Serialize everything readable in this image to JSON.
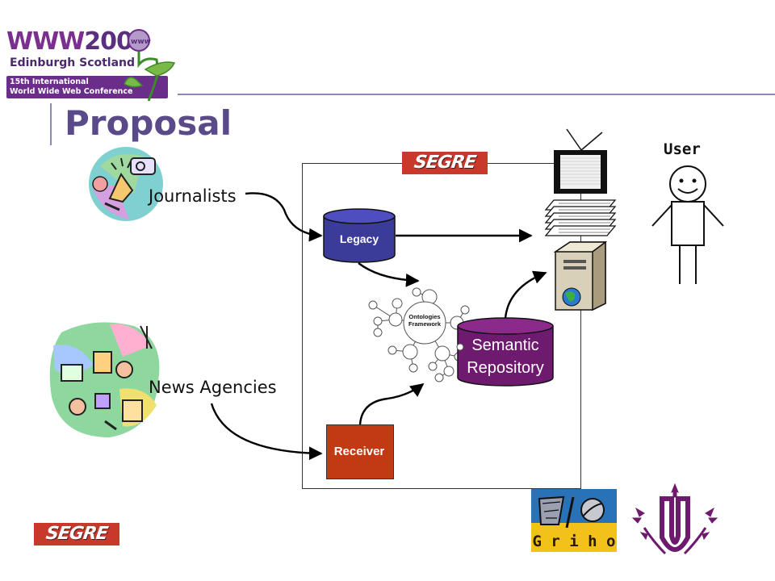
{
  "header": {
    "conf_name": "WWW",
    "conf_year": "2006",
    "conf_city": "Edinburgh Scotland",
    "conf_line1": "15th International",
    "conf_line2": "World Wide Web Conference",
    "page_title": "Proposal"
  },
  "actors": {
    "journalists": "Journalists",
    "news_agencies": "News Agencies",
    "user": "User"
  },
  "system": {
    "brand": "SEGRE",
    "legacy": "Legacy",
    "ontologies_line1": "Ontologies",
    "ontologies_line2": "Framework",
    "semantic_line1": "Semantic",
    "semantic_line2": "Repository",
    "receiver": "Receiver"
  },
  "footer": {
    "segre": "SEGRE",
    "griho": "G r i h o"
  },
  "colors": {
    "legacy": "#3b3b9a",
    "semantic": "#6e1a6e",
    "receiver": "#c23a14",
    "title": "#5b4a8a",
    "segre": "#c8392b"
  }
}
